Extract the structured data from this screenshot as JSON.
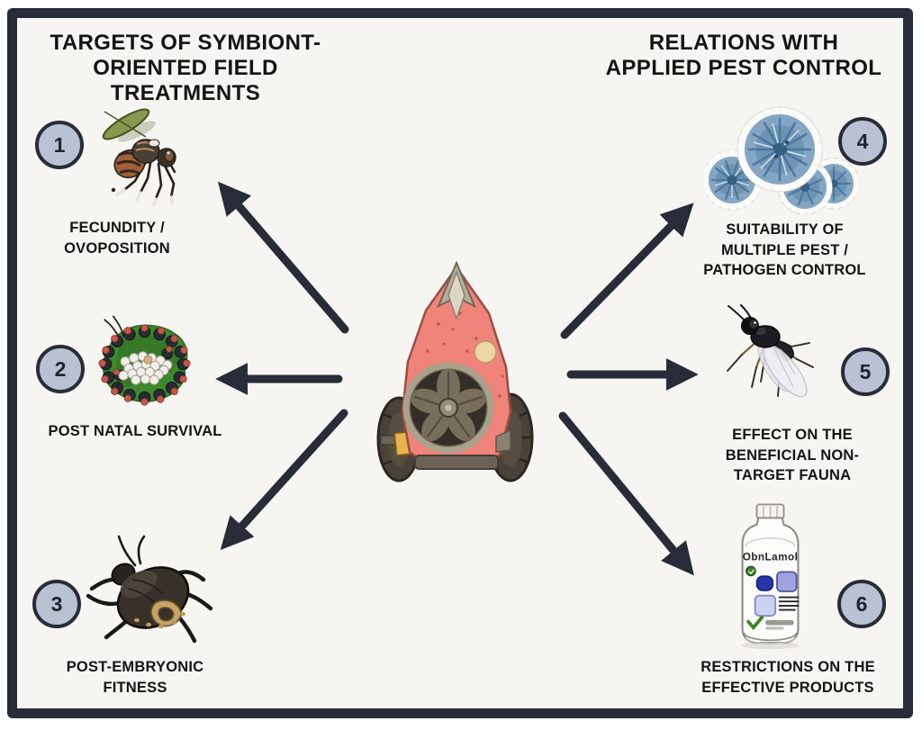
{
  "diagram": {
    "left_section": {
      "title_lines": [
        "TARGETS OF SYMBIONT-",
        "ORIENTED FIELD",
        "TREATMENTS"
      ]
    },
    "right_section": {
      "title_lines": [
        "RELATIONS WITH",
        "APPLIED PEST CONTROL"
      ]
    },
    "center": {
      "icon": "orchard-air-blast-sprayer"
    },
    "items": [
      {
        "number": "1",
        "icon": "olive-fruit-fly",
        "label_lines": [
          "FECUNDITY /",
          "OVOPOSITION"
        ]
      },
      {
        "number": "2",
        "icon": "egg-cluster-with-nymphs",
        "label_lines": [
          "POST NATAL SURVIVAL"
        ]
      },
      {
        "number": "3",
        "icon": "stink-bug-nymph",
        "label_lines": [
          "POST-EMBRYONIC",
          "FITNESS"
        ]
      },
      {
        "number": "4",
        "icon": "fungal-colonies",
        "label_lines": [
          "SUITABILITY OF",
          "MULTIPLE PEST /",
          "PATHOGEN CONTROL"
        ]
      },
      {
        "number": "5",
        "icon": "parasitoid-wasp",
        "label_lines": [
          "EFFECT ON THE",
          "BENEFICIAL NON-",
          "TARGET FAUNA"
        ]
      },
      {
        "number": "6",
        "icon": "pesticide-bottle",
        "label_lines": [
          "RESTRICTIONS ON THE",
          "EFFECTIVE PRODUCTS"
        ]
      }
    ],
    "bottle": {
      "label_text": "ObnLamol"
    },
    "colors": {
      "frame_border": "#272c38",
      "background": "#f6f5f2",
      "arrow": "#272c38",
      "badge_fill": "#b9c2d2",
      "badge_border": "#272c38",
      "text": "#141414",
      "sprayer_body": "#f0837a",
      "colony_blue": "#7fa3c0"
    }
  }
}
